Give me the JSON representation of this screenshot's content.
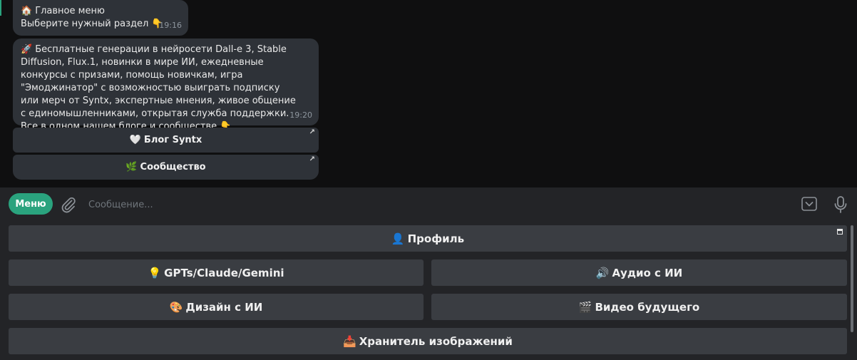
{
  "messages": [
    {
      "icon": "🏠",
      "lines": [
        "Главное меню",
        "Выберите нужный раздел 👇"
      ],
      "time": "19:16"
    },
    {
      "icon": "🚀",
      "text": "Бесплатные генерации в нейросети Dall-e 3, Stable Diffusion, Flux.1, новинки в мире ИИ, ежедневные конкурсы с призами, помощь новичкам, игра \"Эмоджинатор\" с возможностью выиграть подписку или мерч от Syntx, экспертные мнения, живое общение с единомышленниками, открытая служба поддержки. Все в одном нашем блоге и сообществе 👇",
      "time": "19:20"
    }
  ],
  "inline_buttons": [
    {
      "icon": "🤍",
      "label": "Блог Syntx",
      "arrow": "↗"
    },
    {
      "icon": "🌿",
      "label": "Сообщество",
      "arrow": "↗"
    }
  ],
  "input_bar": {
    "menu_label": "Меню",
    "placeholder": "Сообщение..."
  },
  "keyboard": {
    "profile": {
      "icon": "👤",
      "label": "Профиль"
    },
    "gpt": {
      "icon": "💡",
      "label": "GPTs/Claude/Gemini"
    },
    "audio": {
      "icon": "🔊",
      "label": "Аудио с ИИ"
    },
    "design": {
      "icon": "🎨",
      "label": "Дизайн с ИИ"
    },
    "video": {
      "icon": "🎬",
      "label": "Видео будущего"
    },
    "storage": {
      "icon": "📥",
      "label": "Хранитель изображений"
    }
  },
  "colors": {
    "accent": "#2aa37e",
    "bubble": "#2e3238",
    "chat_bg": "#0f0f10",
    "panel_bg": "#232427",
    "key_bg": "#3a3d42"
  }
}
